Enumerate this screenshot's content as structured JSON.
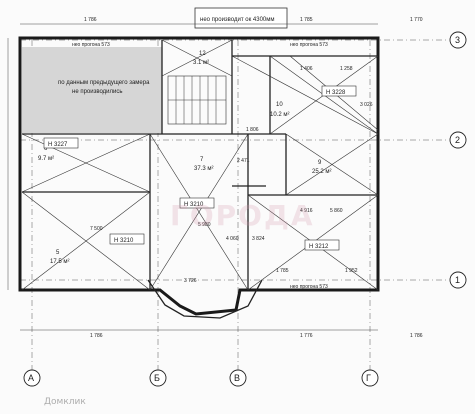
{
  "header_note": "нео производит ок 4300мм",
  "note": {
    "line1": "по данным предыдущего замера",
    "line2": "не производились"
  },
  "axes": {
    "a1": "3",
    "a2": "2",
    "a3": "1",
    "b1": "А",
    "b2": "Б",
    "b3": "В",
    "b4": "Г"
  },
  "rooms": {
    "r12": {
      "num": "12",
      "area": "3.1 м²"
    },
    "r10": {
      "num": "10",
      "area": "10.2 м²"
    },
    "r7": {
      "num": "7",
      "area": "37.3 м²"
    },
    "r9": {
      "num": "9",
      "area": "25.2 м²"
    },
    "r5": {
      "num": "5",
      "area": "17.5 м²"
    },
    "r6": {
      "num": "6",
      "area": "9.7 м²"
    }
  },
  "heights": {
    "h1": "Н 3228",
    "h2": "Н 3210",
    "h3": "Н 3210",
    "h4": "Н 3212",
    "h5": "Н 3227"
  },
  "dims": {
    "top_left": "1 786",
    "top_mid": "1 785",
    "top_right": "1 770",
    "d1": "1 406",
    "d2": "1 258",
    "d3": "2 471",
    "d4": "3 026",
    "d5": "1 806",
    "d6": "5 980",
    "d7": "4 060",
    "d8": "3 824",
    "d9": "1 785",
    "d10": "1 952",
    "d11": "3 726",
    "d12": "1 786",
    "d13": "1 776",
    "d14": "1 786",
    "d15": "7 500",
    "d16": "5 860",
    "d17": "4 916"
  },
  "beam_label": "нео прогона 573",
  "brand_text": "Домклик",
  "watermark": "ГОРОДА"
}
